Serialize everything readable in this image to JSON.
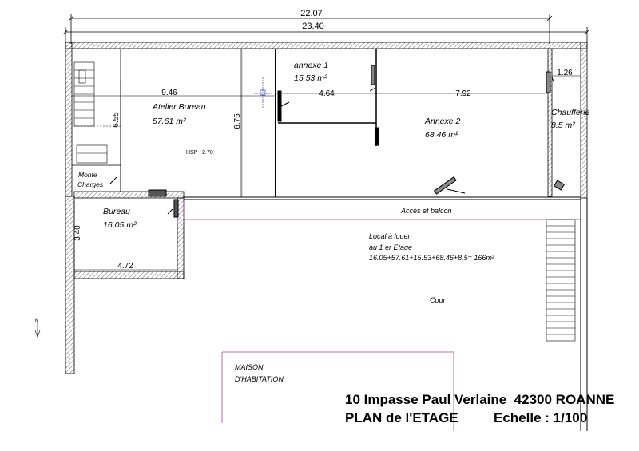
{
  "dimensions": {
    "top_inner": "22.07",
    "top_outer": "23.40",
    "atelier_width": "9.46",
    "atelier_height_left": "6.55",
    "atelier_height_right": "6.75",
    "annexe1_width": "4.64",
    "annexe2_width": "7.92",
    "chaufferie_width": "1.26",
    "bureau_height": "3.40",
    "bureau_width": "4.72"
  },
  "rooms": {
    "annexe1": {
      "name": "annexe 1",
      "area": "15.53 m²"
    },
    "atelier": {
      "name": "Atelier Bureau",
      "area": "57.61 m²",
      "hsp": "HSP : 2.70"
    },
    "annexe2": {
      "name": "Annexe 2",
      "area": "68.46 m²"
    },
    "chaufferie": {
      "name": "Chaufferie",
      "area": "8.5 m²"
    },
    "monte_charges": {
      "line1": "Monte",
      "line2": "Charges"
    },
    "bureau": {
      "name": "Bureau",
      "area": "16.05 m²"
    }
  },
  "labels": {
    "acces": "Accès et balcon",
    "local_line1": "Local à louer",
    "local_line2": "au 1 er Etage",
    "local_line3": "16.05+57.61+15.53+68.46+8.5= 166m²",
    "cour": "Cour",
    "maison_line1": "MAISON",
    "maison_line2": "D'HABITATION",
    "north": "N"
  },
  "title": {
    "address": "10 Impasse Paul Verlaine  42300 ROANNE",
    "plan": "PLAN de l'ETAGE",
    "scale": "Echelle : 1/100"
  },
  "colors": {
    "walls": "#000000",
    "hatch": "#666666",
    "maison_outline": "#9b4a9b",
    "accent_blue": "#3344cc"
  }
}
